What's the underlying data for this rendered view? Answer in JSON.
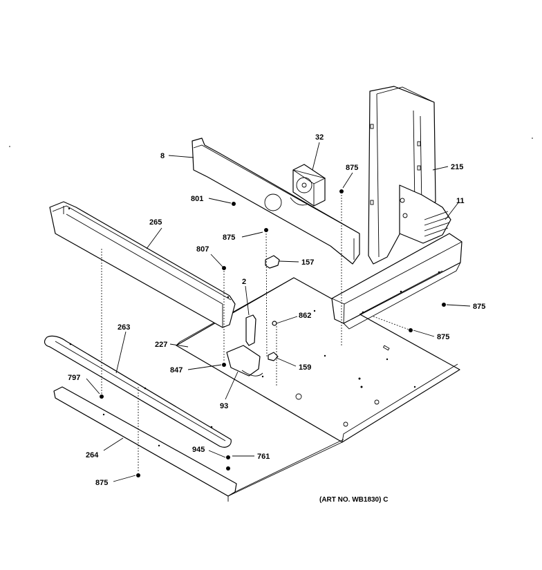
{
  "callouts": {
    "c8": "8",
    "c32": "32",
    "c875a": "875",
    "c215": "215",
    "c801": "801",
    "c11": "11",
    "c265": "265",
    "c875b": "875",
    "c807": "807",
    "c157": "157",
    "c2": "2",
    "c875c": "875",
    "c862": "862",
    "c227": "227",
    "c263": "263",
    "c875d": "875",
    "c847": "847",
    "c159": "159",
    "c797": "797",
    "c93": "93",
    "c264": "264",
    "c945": "945",
    "c761": "761",
    "c875e": "875"
  },
  "art_number": "(ART NO. WB1830) C"
}
